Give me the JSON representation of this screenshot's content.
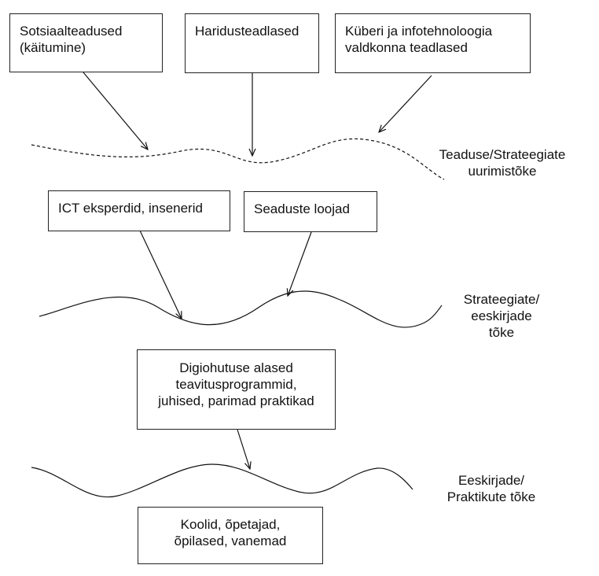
{
  "boxes": {
    "social_sciences": {
      "line1": "Sotsiaalteadused",
      "line2": "(käitumine)"
    },
    "education_scientists": {
      "line1": "Haridusteadlased"
    },
    "cyber_it_scientists": {
      "line1": "Küberi ja infotehnoloogia",
      "line2": "valdkonna teadlased"
    },
    "ict_experts": {
      "line1": "ICT eksperdid, insenerid"
    },
    "lawmakers": {
      "line1": "Seaduste loojad"
    },
    "awareness_programs": {
      "line1": "Digiohutuse alased",
      "line2": "teavitusprogrammid,",
      "line3": "juhised, parimad praktikad"
    },
    "schools": {
      "line1": "Koolid, õpetajad,",
      "line2": "õpilased, vanemad"
    }
  },
  "gaps": {
    "science_strategy": {
      "line1": "Teaduse/Strateegiate",
      "line2": "uurimistõke"
    },
    "strategy_regulation": {
      "line1": "Strateegiate/",
      "line2": "eeskirjade",
      "line3": "tõke"
    },
    "regulation_practice": {
      "line1": "Eeskirjade/",
      "line2": "Praktikute tõke"
    }
  }
}
